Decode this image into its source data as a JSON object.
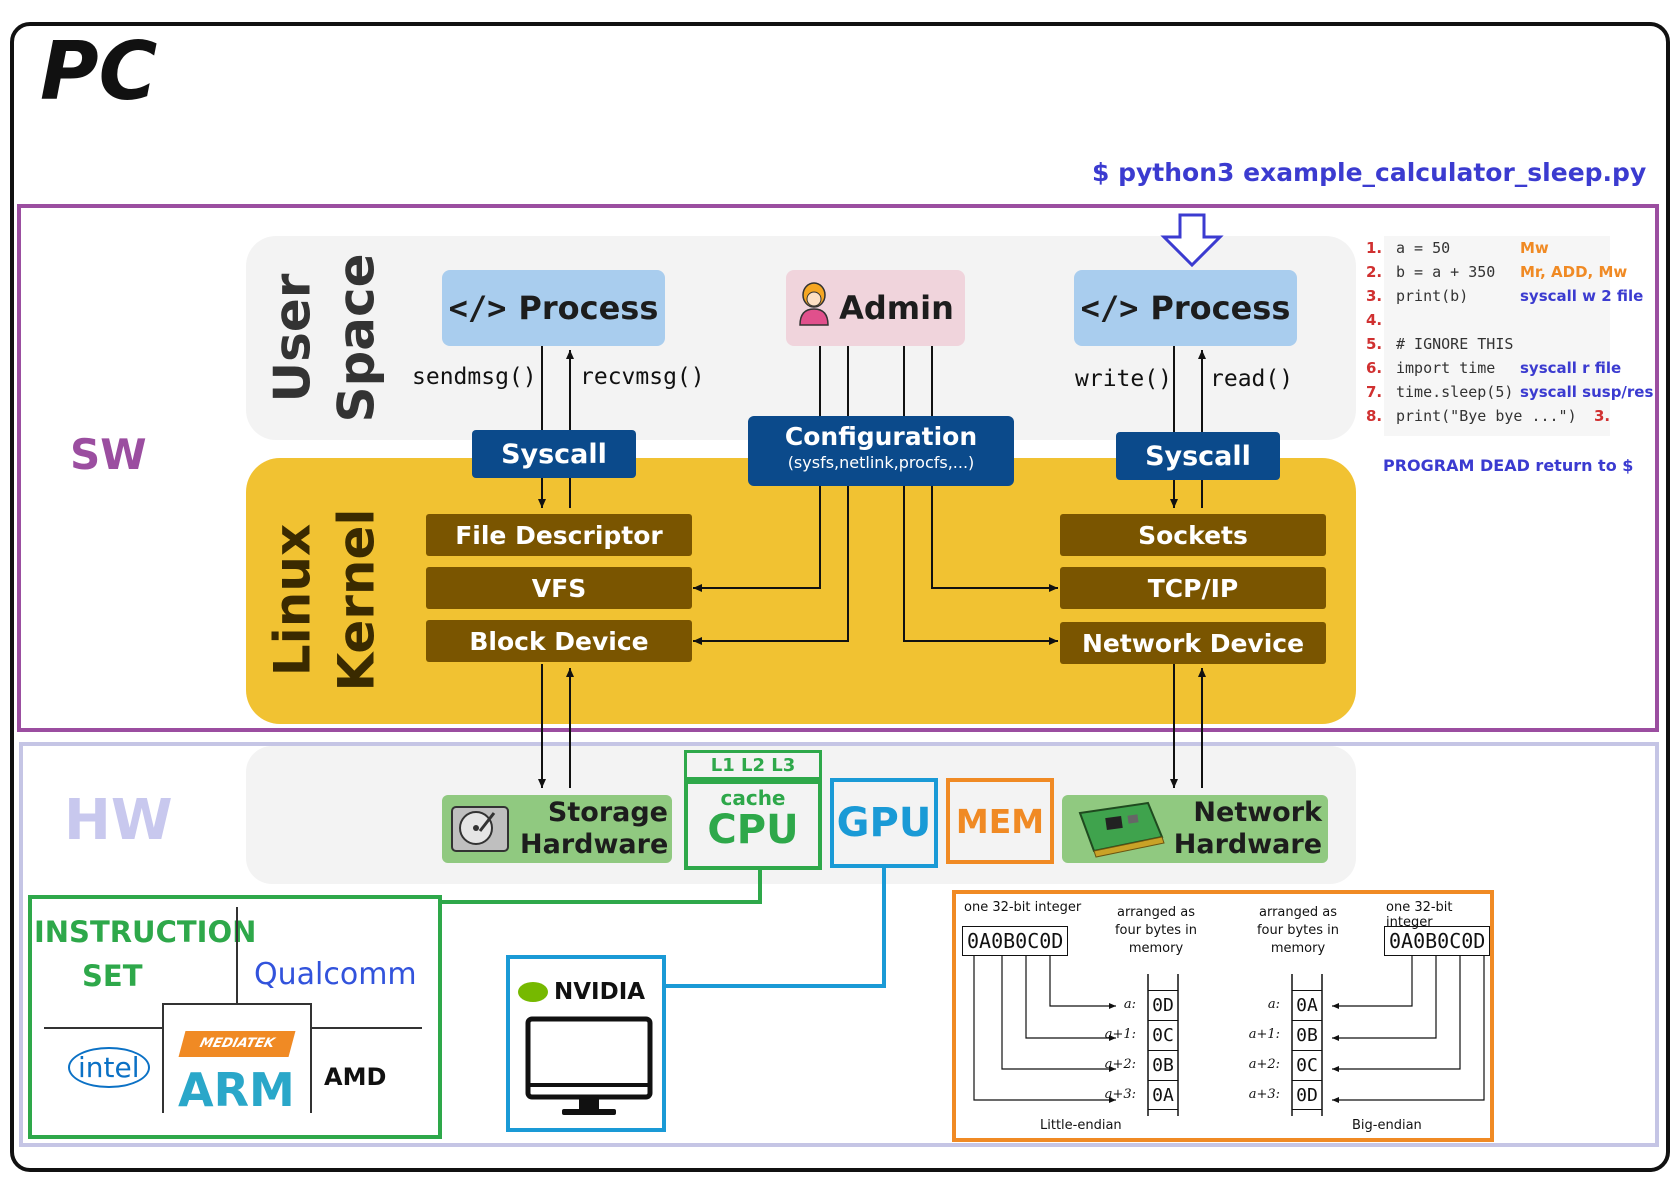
{
  "pc_label": "PC",
  "command": "$ python3 example_calculator_sleep.py",
  "sw_label": "SW",
  "hw_label": "HW",
  "user_space": {
    "line1": "User",
    "line2": "Space"
  },
  "linux_kernel": {
    "line1": "Linux",
    "line2": "Kernel"
  },
  "process_left": {
    "label": "Process",
    "icon": "code-icon"
  },
  "process_right": {
    "label": "Process",
    "icon": "code-icon"
  },
  "admin": {
    "label": "Admin",
    "icon": "admin-user-icon"
  },
  "calls": {
    "sendmsg": "sendmsg()",
    "recvmsg": "recvmsg()",
    "write": "write()",
    "read": "read()"
  },
  "syscall_left": "Syscall",
  "syscall_right": "Syscall",
  "configuration": {
    "title": "Configuration",
    "subtitle": "(sysfs,netlink,procfs,...)"
  },
  "kernel_left": [
    "File Descriptor",
    "VFS",
    "Block Device"
  ],
  "kernel_right": [
    "Sockets",
    "TCP/IP",
    "Network Device"
  ],
  "code": {
    "lines": [
      {
        "num": "1.",
        "text": "a = 50",
        "note": "Mw",
        "note_color": "#f08a24"
      },
      {
        "num": "2.",
        "text": "b = a + 350",
        "note": "Mr, ADD, Mw",
        "note_color": "#f08a24"
      },
      {
        "num": "3.",
        "text": "print(b)",
        "note": "syscall w 2 file",
        "note_color": "#3b3bd0"
      },
      {
        "num": "4.",
        "text": "",
        "note": "",
        "note_color": "#3b3bd0"
      },
      {
        "num": "5.",
        "text": "# IGNORE THIS",
        "note": "",
        "note_color": "#3b3bd0"
      },
      {
        "num": "6.",
        "text": "import time",
        "note": "syscall r file",
        "note_color": "#3b3bd0"
      },
      {
        "num": "7.",
        "text": "time.sleep(5)",
        "note": "syscall susp/res",
        "note_color": "#3b3bd0"
      },
      {
        "num": "8.",
        "text": "print(\"Bye bye ...\")",
        "note": "3.",
        "note_color": "#d03030"
      }
    ],
    "program_dead": "PROGRAM DEAD return to $"
  },
  "hardware": {
    "storage": {
      "line1": "Storage",
      "line2": "Hardware",
      "icon": "hard-disk-icon"
    },
    "network": {
      "line1": "Network",
      "line2": "Hardware",
      "icon": "network-card-icon"
    },
    "cache_label": "L1 L2 L3",
    "cache_sub": "cache",
    "cpu": "CPU",
    "gpu": "GPU",
    "mem": "MEM"
  },
  "instruction_set": {
    "line1": "INSTRUCTION",
    "line2": "SET",
    "vendors": {
      "qualcomm": "Qualcomm",
      "intel": "intel",
      "mediatek": "MEDIATEK",
      "arm": "ARM",
      "amd": "AMD"
    }
  },
  "nvidia": {
    "label": "NVIDIA",
    "icon": "monitor-icon"
  },
  "endian": {
    "int_label": "one 32-bit integer",
    "value": "0A0B0C0D",
    "arranged": "arranged as four bytes in memory",
    "little_label": "Little-endian",
    "big_label": "Big-endian",
    "little_bytes": [
      "0D",
      "0C",
      "0B",
      "0A"
    ],
    "big_bytes": [
      "0A",
      "0B",
      "0C",
      "0D"
    ],
    "addresses": [
      "a:",
      "a+1:",
      "a+2:",
      "a+3:"
    ]
  },
  "colors": {
    "sw_border": "#9b4ea0",
    "hw_border": "#c5c5e5",
    "kernel": "#f1c232",
    "kernel_item": "#7a5500",
    "syscall": "#0b4a8b",
    "process": "#a9cdee",
    "admin": "#f0d4dc",
    "green": "#2ea84a",
    "blue": "#1a9ad6",
    "orange": "#f08a24"
  }
}
